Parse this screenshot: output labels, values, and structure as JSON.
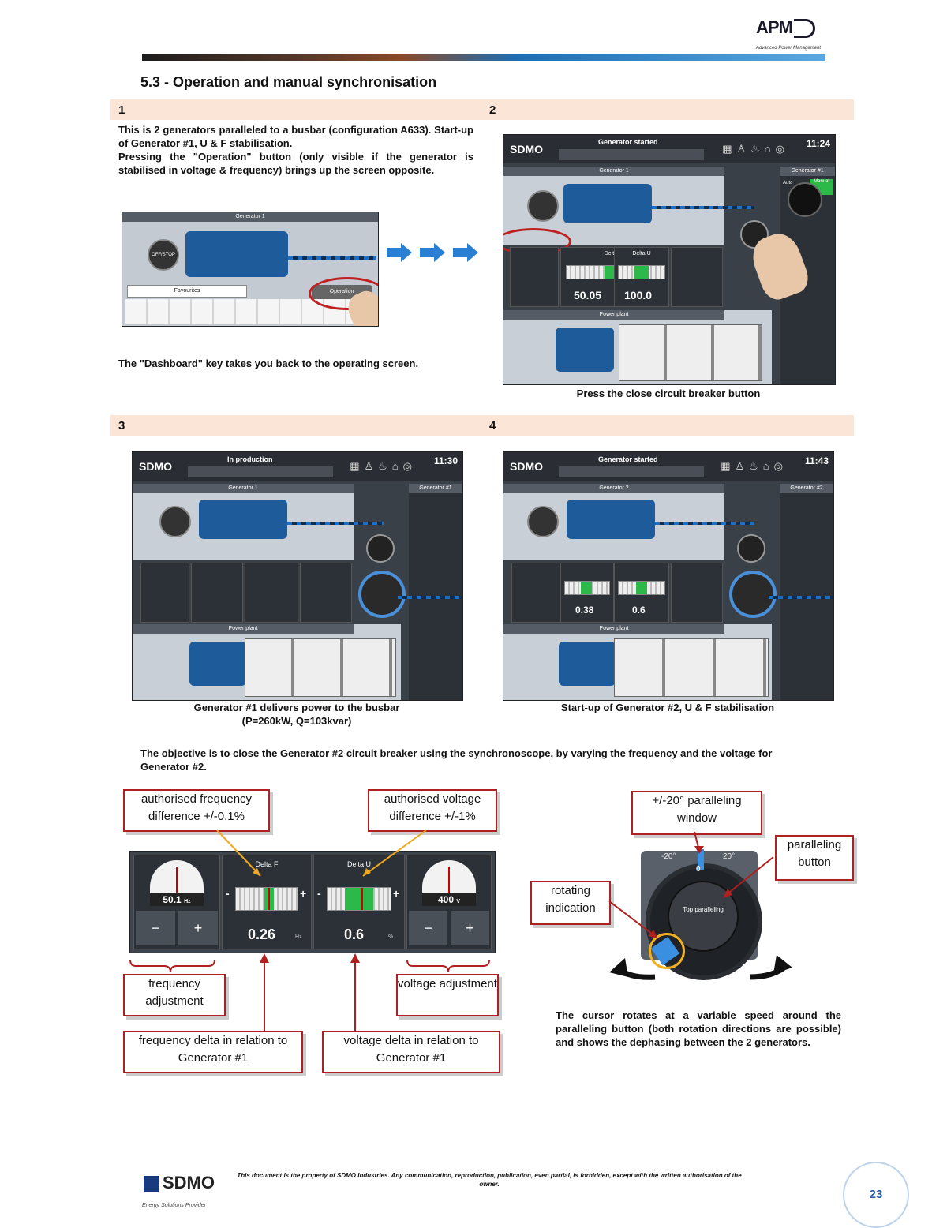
{
  "header": {
    "logo": "APM",
    "logo_tagline": "Advanced Power Management"
  },
  "title": "5.3 - Operation and manual synchronisation",
  "sections": {
    "s1": {
      "num": "1"
    },
    "s2": {
      "num": "2"
    },
    "s3": {
      "num": "3"
    },
    "s4": {
      "num": "4"
    }
  },
  "step1": {
    "para1_a": "This is 2 generators paralleled to a busbar (configuration A633). Start-up of ",
    "para1_gen": "Generator #1",
    "para1_b": ", U & F stabilisation.",
    "para2": "Pressing the \"Operation\" button (only visible if the generator is stabilised in voltage & frequency) brings up the screen opposite.",
    "para3": "The \"Dashboard\" key takes you back to the operating screen.",
    "screen_title": "Generator 1",
    "stop_label": "OFF/STOP",
    "fav_label": "Favourites",
    "operation_label": "Operation"
  },
  "step2": {
    "status": "Generator started",
    "clock": "11:24",
    "gen_title": "Generator 1",
    "side_title": "Generator #1",
    "auto": "Auto",
    "manual": "Manual",
    "delta_f_label": "Delta F",
    "delta_u_label": "Delta U",
    "delta_f": "50.05",
    "delta_u": "100.0",
    "power_plant": "Power plant",
    "caption": "Press the close circuit breaker button"
  },
  "step3": {
    "status": "In production",
    "clock": "11:30",
    "gen_title": "Generator 1",
    "side_title": "Generator #1",
    "power_plant": "Power plant",
    "caption_a": "Generator #1",
    "caption_b": " delivers power to the busbar",
    "caption_c": "(P=260kW, Q=103kvar)"
  },
  "step4": {
    "status": "Generator started",
    "clock": "11:43",
    "gen_title": "Generator 2",
    "side_title": "Generator #2",
    "delta_f": "0.38",
    "delta_u": "0.6",
    "power_plant": "Power plant",
    "caption_a": "Start-up of ",
    "caption_b": "Generator #2",
    "caption_c": ", U & F stabilisation"
  },
  "objective": {
    "a": "The objective is to close the ",
    "b": "Generator #2",
    "c": " circuit breaker using the synchronoscope, by varying the frequency and the voltage for ",
    "d": "Generator #2",
    "e": "."
  },
  "detail": {
    "freq_value": "50.1",
    "freq_unit": "Hz",
    "volt_value": "400",
    "volt_unit": "V",
    "delta_f_label": "Delta F",
    "delta_u_label": "Delta U",
    "delta_f": "0.26",
    "delta_f_unit": "Hz",
    "delta_u": "0.6",
    "delta_u_unit": "%",
    "minus": "−",
    "plus": "+"
  },
  "callouts": {
    "auth_freq": "authorised frequency difference +/-0.1%",
    "auth_volt": "authorised voltage difference +/-1%",
    "freq_adj": "frequency adjustment",
    "volt_adj": "voltage adjustment",
    "freq_delta": "frequency delta in relation to Generator #1",
    "volt_delta": "voltage delta in relation to Generator #1",
    "window": "+/-20° paralleling window",
    "par_button": "paralleling button",
    "rotating": "rotating indication"
  },
  "synchro": {
    "minus20": "-20°",
    "plus20": "20°",
    "zero": "0",
    "button_label": "Top paralleling"
  },
  "rotation_text": "The cursor rotates at a variable speed around the paralleling button (both rotation directions are possible) and shows the dephasing between the 2 generators.",
  "footer": {
    "logo": "SDMO",
    "tagline": "Energy Solutions Provider",
    "legal": "This document is the property of SDMO Industries. Any communication, reproduction, publication, even partial, is forbidden, except with the written authorisation of the owner.",
    "page": "23"
  }
}
